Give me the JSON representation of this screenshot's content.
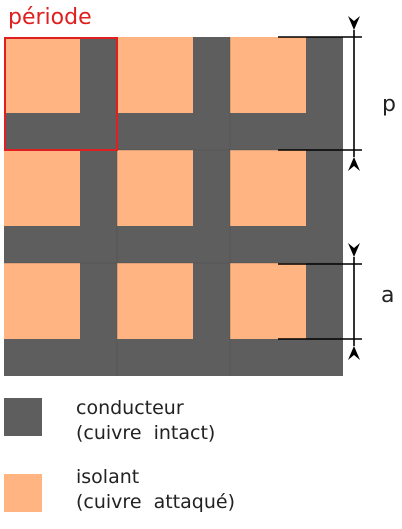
{
  "labels": {
    "period": "période",
    "p": "p",
    "a": "a"
  },
  "legend": [
    {
      "line1": "conducteur",
      "line2": "(cuivre  intact)",
      "color": "#5e5e5e"
    },
    {
      "line1": "isolant",
      "line2": "(cuivre  attaqué)",
      "color": "#ffb482"
    }
  ],
  "colors": {
    "conductor": "#5e5e5e",
    "insulator": "#ffb482",
    "period_highlight": "#e02020",
    "dimension": "#000000"
  },
  "grid": {
    "rows": 3,
    "cols": 3
  }
}
